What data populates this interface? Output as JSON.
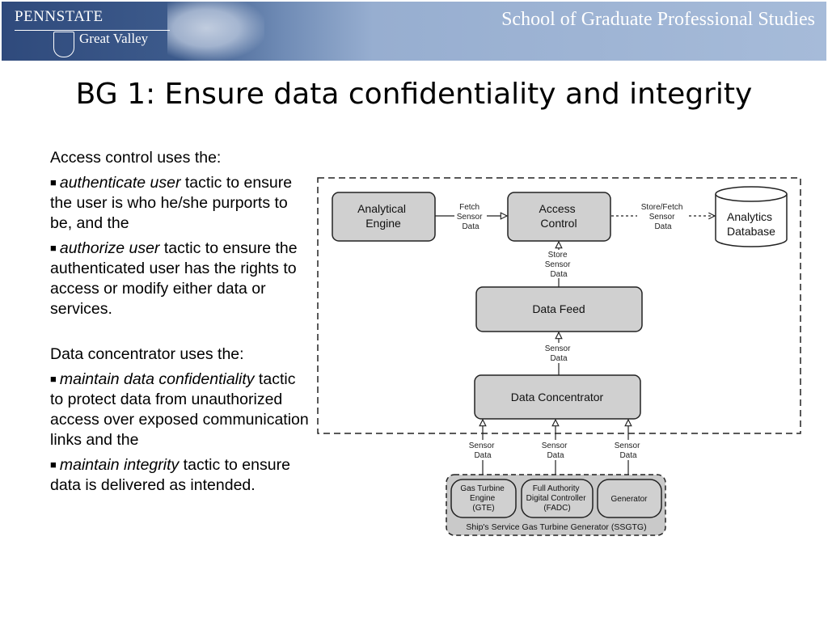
{
  "header": {
    "logo_top": "PENNSTATE",
    "logo_bottom": "Great Valley",
    "school": "School of Graduate Professional Studies"
  },
  "slide": {
    "title": "BG 1: Ensure data confidentiality and integrity"
  },
  "content": {
    "access_intro": "Access control uses the:",
    "bullet1_em": "authenticate user",
    "bullet1_rest": " tactic to ensure the user is who he/she purports to be, and the",
    "bullet2_em": "authorize user",
    "bullet2_rest": " tactic to ensure the authenticated user has the rights to access or modify either data or services.",
    "conc_intro": "Data concentrator uses the:",
    "bullet3_em": "maintain data confidentiality",
    "bullet3_rest": " tactic to protect data from unauthorized access over exposed communication links and the",
    "bullet4_em": "maintain integrity",
    "bullet4_rest": " tactic to ensure data is delivered as intended."
  },
  "diagram": {
    "nodes": {
      "analytical_engine": [
        "Analytical",
        "Engine"
      ],
      "access_control": [
        "Access",
        "Control"
      ],
      "analytics_database": [
        "Analytics",
        "Database"
      ],
      "data_feed": [
        "Data Feed"
      ],
      "data_concentrator": [
        "Data Concentrator"
      ],
      "gas_turbine": [
        "Gas Turbine",
        "Engine",
        "(GTE)"
      ],
      "fadc": [
        "Full Authority",
        "Digital Controller",
        "(FADC)"
      ],
      "generator": [
        "Generator"
      ]
    },
    "group_label": "Ship's Service Gas Turbine Generator (SSGTG)",
    "edge_labels": {
      "fetch": [
        "Fetch",
        "Sensor",
        "Data"
      ],
      "store_fetch": [
        "Store/Fetch",
        "Sensor",
        "Data"
      ],
      "store": [
        "Store",
        "Sensor",
        "Data"
      ],
      "sensor": [
        "Sensor",
        "Data"
      ]
    }
  }
}
